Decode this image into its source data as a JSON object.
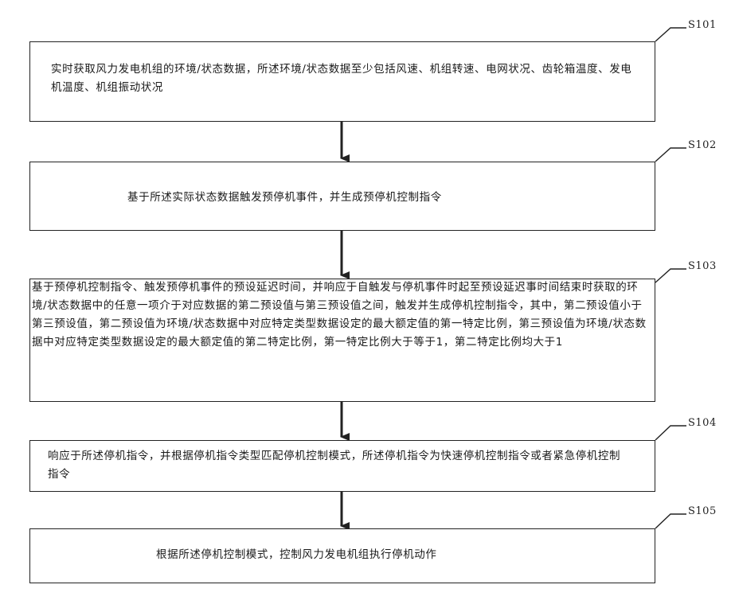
{
  "steps": [
    {
      "id": "S101",
      "text": "实时获取风力发电机组的环境/状态数据，所述环境/状态数据至少包括风速、机组转速、电网状况、齿轮箱温度、发电机温度、机组振动状况"
    },
    {
      "id": "S102",
      "text": "基于所述实际状态数据触发预停机事件，并生成预停机控制指令"
    },
    {
      "id": "S103",
      "text": "基于预停机控制指令、触发预停机事件的预设延迟时间，并响应于自触发与停机事件时起至预设延迟事时间结束时获取的环境/状态数据中的任意一项介于对应数据的第二预设值与第三预设值之间，触发并生成停机控制指令，其中，第二预设值小于第三预设值，第二预设值为环境/状态数据中对应特定类型数据设定的最大额定值的第一特定比例，第三预设值为环境/状态数据中对应特定类型数据设定的最大额定值的第二特定比例，第一特定比例大于等于1，第二特定比例均大于1"
    },
    {
      "id": "S104",
      "text": "响应于所述停机指令，并根据停机指令类型匹配停机控制模式，所述停机指令为快速停机控制指令或者紧急停机控制指令"
    },
    {
      "id": "S105",
      "text": "根据所述停机控制模式，控制风力发电机组执行停机动作"
    }
  ],
  "colors": {
    "stroke": "#222222",
    "text": "#1a1a1a"
  }
}
